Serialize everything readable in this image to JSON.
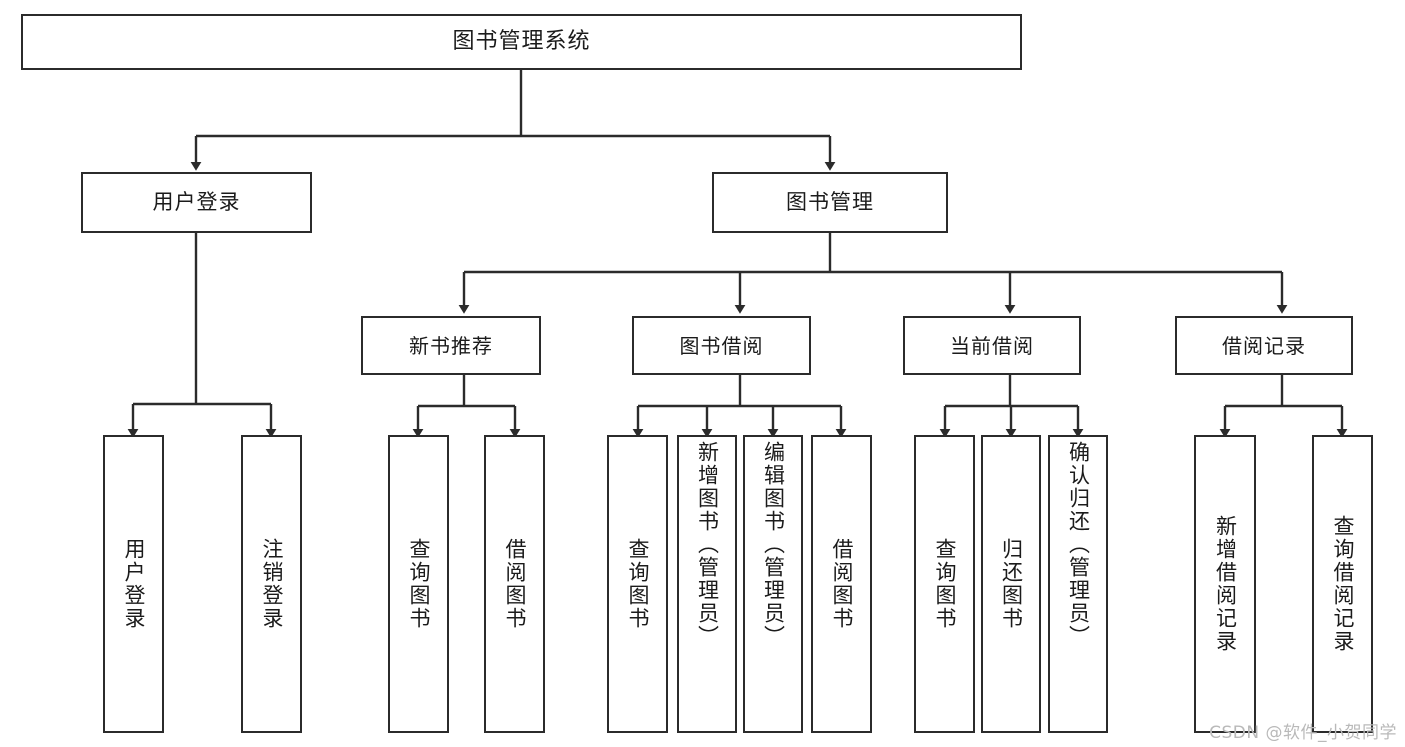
{
  "diagram": {
    "type": "tree",
    "title": "图书管理系统",
    "watermark": "CSDN @软件_小贺同学",
    "theme": {
      "background": "#ffffff",
      "node_fill": "#ffffff",
      "node_stroke": "#2b2b2b",
      "edge_color": "#2b2b2b",
      "text_color": "#1b1b1b",
      "watermark_color": "#b9b9b9"
    },
    "nodes": {
      "root": {
        "id": "root",
        "label": "图书管理系统",
        "level": 0
      },
      "l1": [
        {
          "id": "user-login",
          "label": "用户登录",
          "level": 1
        },
        {
          "id": "book-manage",
          "label": "图书管理",
          "level": 1
        }
      ],
      "l2": [
        {
          "id": "new-book-rec",
          "label": "新书推荐",
          "level": 2,
          "parent": "book-manage"
        },
        {
          "id": "book-borrow",
          "label": "图书借阅",
          "level": 2,
          "parent": "book-manage"
        },
        {
          "id": "current-borrow",
          "label": "当前借阅",
          "level": 2,
          "parent": "book-manage"
        },
        {
          "id": "borrow-record",
          "label": "借阅记录",
          "level": 2,
          "parent": "book-manage"
        }
      ],
      "leaves": [
        {
          "id": "leaf-user-login",
          "label": "用户登录",
          "parent": "user-login"
        },
        {
          "id": "leaf-user-logout",
          "label": "注销登录",
          "parent": "user-login"
        },
        {
          "id": "leaf-rec-query-book",
          "label": "查询图书",
          "parent": "new-book-rec"
        },
        {
          "id": "leaf-rec-borrow-book",
          "label": "借阅图书",
          "parent": "new-book-rec"
        },
        {
          "id": "leaf-borrow-query-book",
          "label": "查询图书",
          "parent": "book-borrow"
        },
        {
          "id": "leaf-borrow-add-book",
          "label": "新增图书（管理员）",
          "parent": "book-borrow"
        },
        {
          "id": "leaf-borrow-edit-book",
          "label": "编辑图书（管理员）",
          "parent": "book-borrow"
        },
        {
          "id": "leaf-borrow-borrow-book",
          "label": "借阅图书",
          "parent": "book-borrow"
        },
        {
          "id": "leaf-current-query-book",
          "label": "查询图书",
          "parent": "current-borrow"
        },
        {
          "id": "leaf-current-return-book",
          "label": "归还图书",
          "parent": "current-borrow"
        },
        {
          "id": "leaf-current-confirm-return",
          "label": "确认归还（管理员）",
          "parent": "current-borrow"
        },
        {
          "id": "leaf-record-add",
          "label": "新增借阅记录",
          "parent": "borrow-record"
        },
        {
          "id": "leaf-record-query",
          "label": "查询借阅记录",
          "parent": "borrow-record"
        }
      ]
    }
  }
}
